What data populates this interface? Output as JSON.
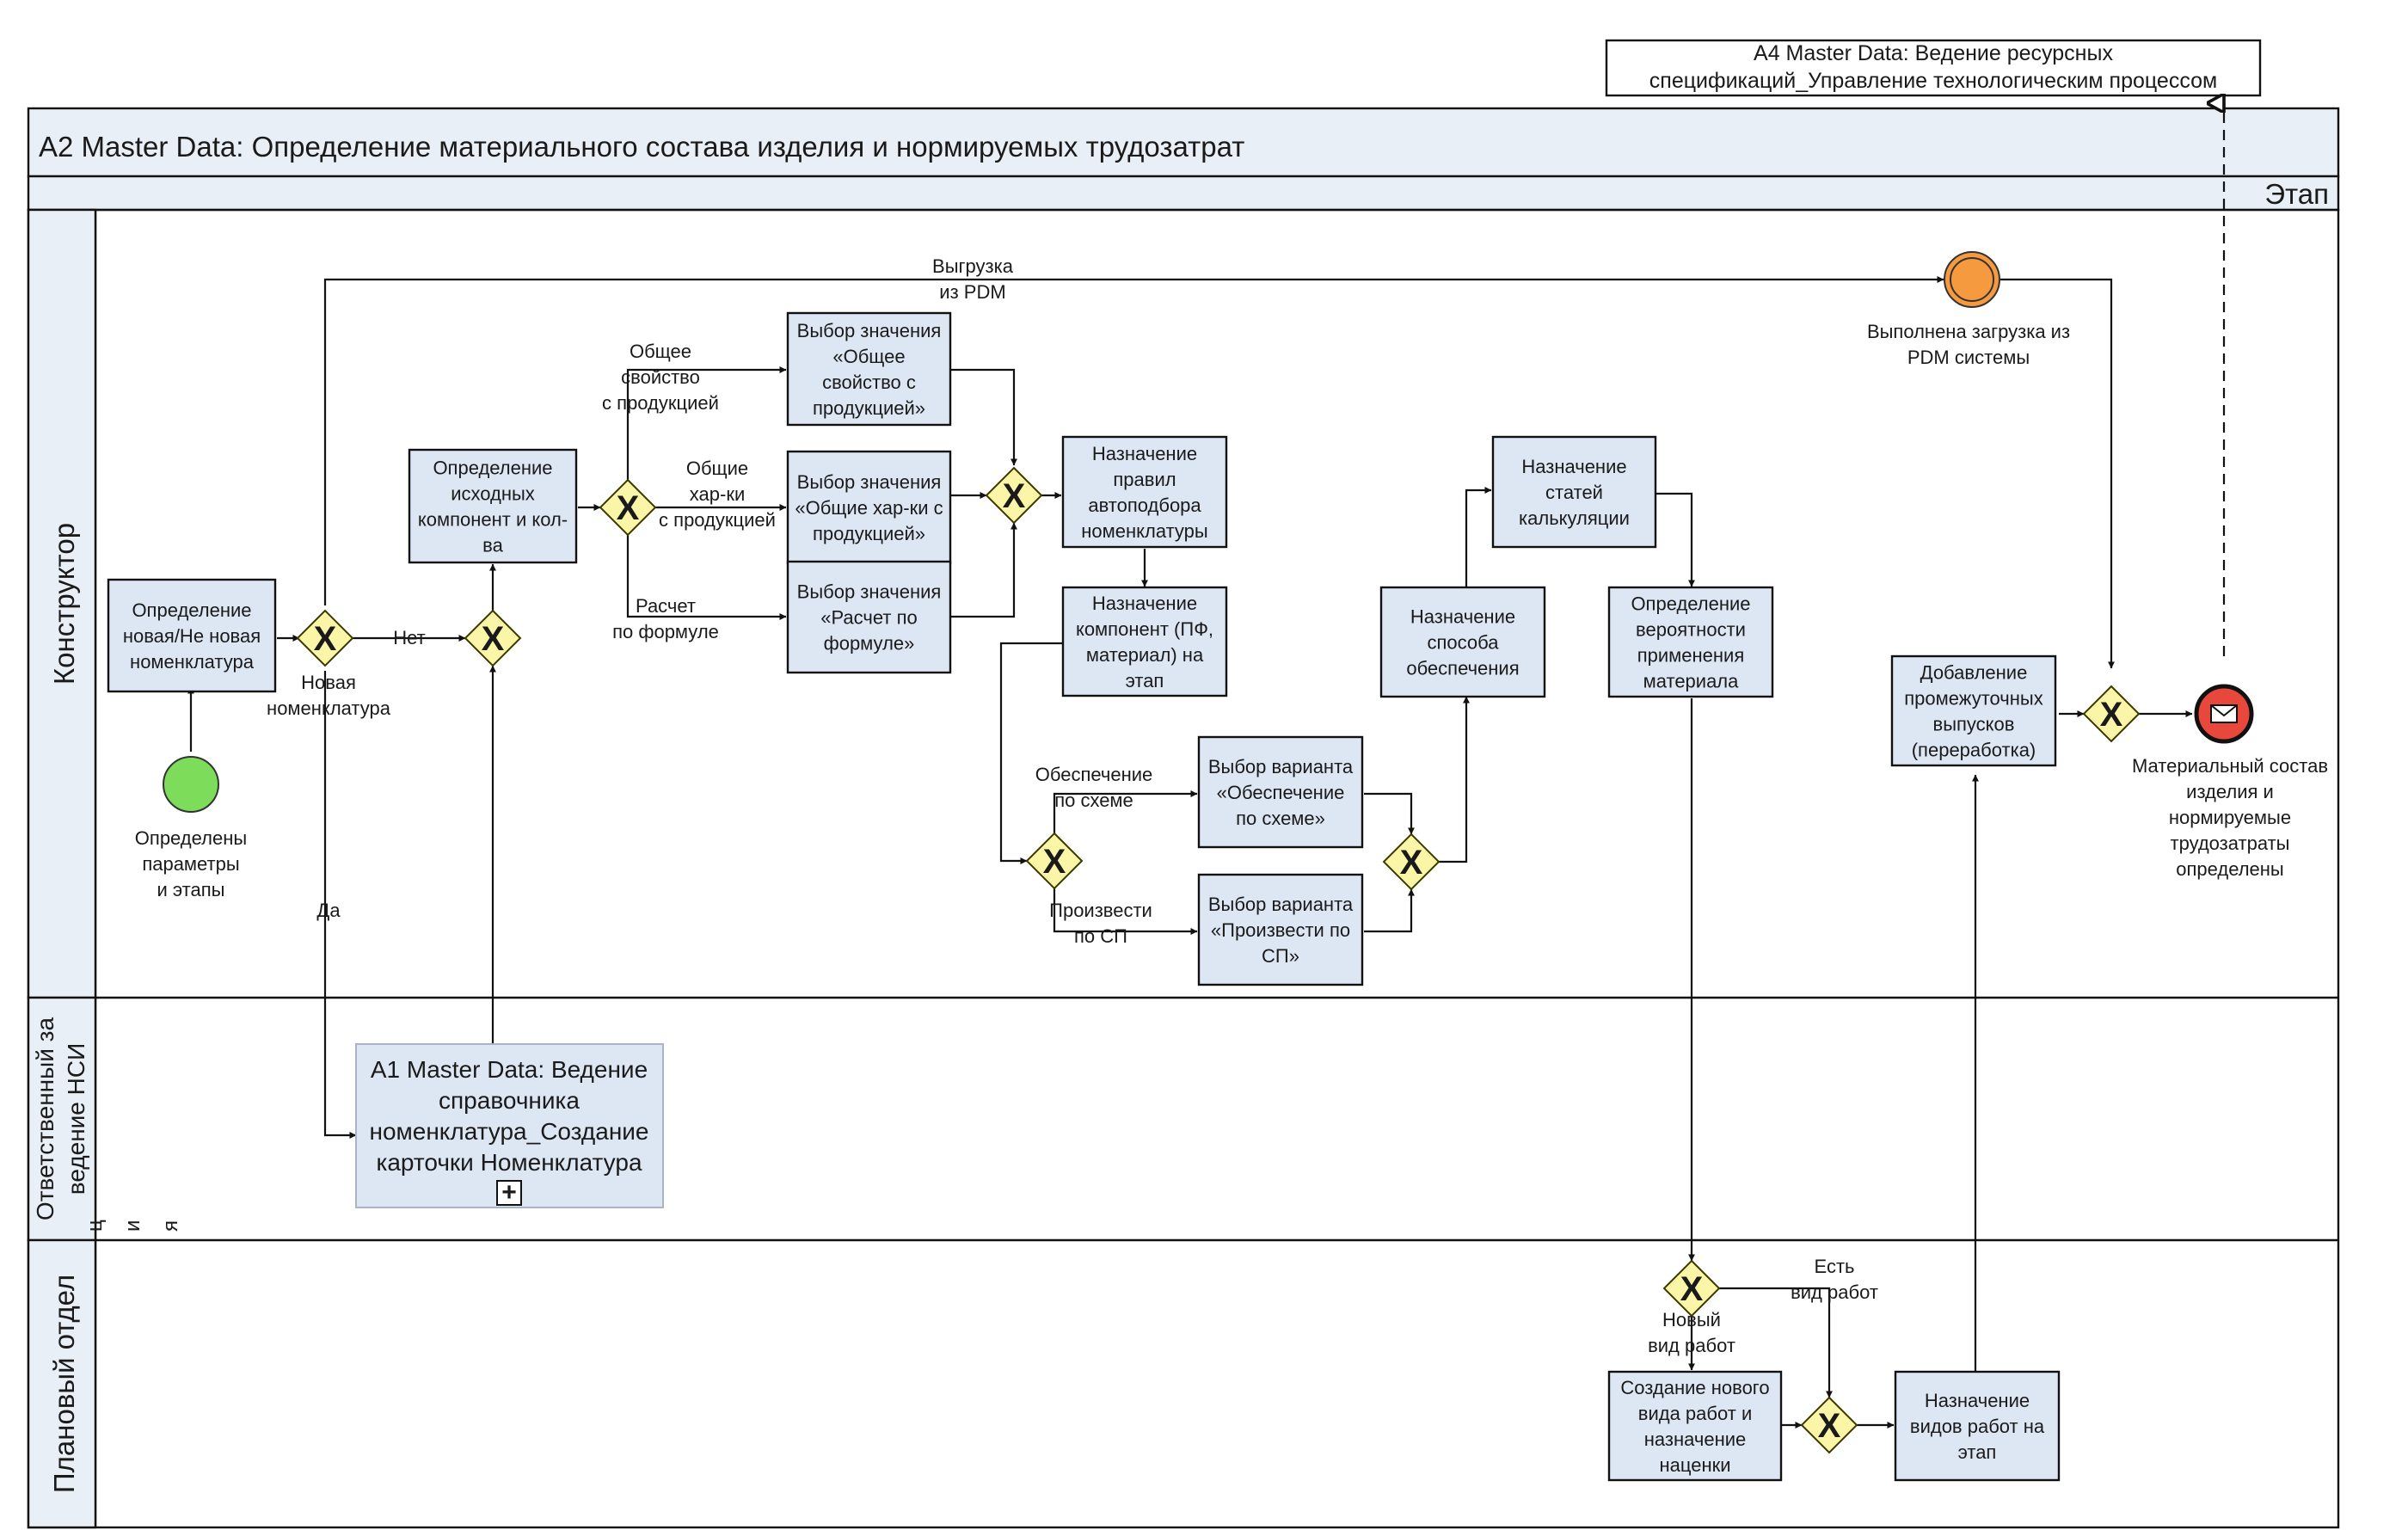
{
  "pool": {
    "title": "A2  Master Data: Определение материального состава изделия и нормируемых трудозатрат",
    "stage_label": "Этап"
  },
  "lanes": {
    "designer": "Конструктор",
    "nsi_line1": "Ответственный за",
    "nsi_line2": "ведение НСИ",
    "planning": "Плановый отдел",
    "stray_glyphs": [
      "ц",
      "и",
      "я"
    ]
  },
  "external_ref": {
    "line1": "A4 Master Data: Ведение ресурсных",
    "line2": "спецификаций_Управление технологическим процессом"
  },
  "subprocess": {
    "lines": [
      "A1 Master Data: Ведение",
      "справочника",
      "номенклатура_Создание",
      "карточки Номенклатура"
    ],
    "marker": "+"
  },
  "events": {
    "start": [
      "Определены",
      "параметры",
      "и этапы"
    ],
    "intermediate": [
      "Выполнена загрузка из",
      "PDM системы"
    ],
    "end": [
      "Материальный состав",
      "изделия и",
      "нормируемые",
      "трудозатраты",
      "определены"
    ]
  },
  "tasks": [
    {
      "id": "t-new-or-not",
      "lines": [
        "Определение",
        "новая/Не новая",
        "номенклатура"
      ]
    },
    {
      "id": "t-source-components",
      "lines": [
        "Определение",
        "исходных",
        "компонент и кол-",
        "ва"
      ]
    },
    {
      "id": "t-general-property",
      "lines": [
        "Выбор значения",
        "«Общее",
        "свойство с",
        "продукцией»"
      ]
    },
    {
      "id": "t-general-chars",
      "lines": [
        "Выбор значения",
        "«Общие хар-ки с",
        "продукцией»"
      ]
    },
    {
      "id": "t-formula",
      "lines": [
        "Выбор значения",
        "«Расчет по",
        "формуле»"
      ]
    },
    {
      "id": "t-autoselect-rules",
      "lines": [
        "Назначение",
        "правил",
        "автоподбора",
        "номенклатуры"
      ]
    },
    {
      "id": "t-assign-components",
      "lines": [
        "Назначение",
        "компонент (ПФ,",
        "материал) на",
        "этап"
      ]
    },
    {
      "id": "t-supply-scheme",
      "lines": [
        "Выбор варианта",
        "«Обеспечение",
        "по схеме»"
      ]
    },
    {
      "id": "t-produce-sp",
      "lines": [
        "Выбор варианта",
        "«Произвести по",
        "СП»"
      ]
    },
    {
      "id": "t-supply-method",
      "lines": [
        "Назначение",
        "способа",
        "обеспечения"
      ]
    },
    {
      "id": "t-cost-items",
      "lines": [
        "Назначение",
        "статей",
        "калькуляции"
      ]
    },
    {
      "id": "t-probability",
      "lines": [
        "Определение",
        "вероятности",
        "применения",
        "материала"
      ]
    },
    {
      "id": "t-intermediate-output",
      "lines": [
        "Добавление",
        "промежуточных",
        "выпусков",
        "(переработка)"
      ]
    },
    {
      "id": "t-new-work-type",
      "lines": [
        "Создание нового",
        "вида работ и",
        "назначение",
        "наценки"
      ]
    },
    {
      "id": "t-assign-work-types",
      "lines": [
        "Назначение",
        "видов работ на",
        "этап"
      ]
    }
  ],
  "flow_labels": {
    "pdm_export": [
      "Выгрузка",
      "из PDM"
    ],
    "no": "Нет",
    "new_item": [
      "Новая",
      "номенклатура"
    ],
    "yes": "Да",
    "general_property": [
      "Общее",
      "свойство",
      "с продукцией"
    ],
    "general_chars": [
      "Общие",
      "хар-ки",
      "с продукцией"
    ],
    "by_formula": [
      "Расчет",
      "по формуле"
    ],
    "supply_scheme": [
      "Обеспечение",
      "по схеме"
    ],
    "produce_sp": [
      "Произвести",
      "по СП"
    ],
    "work_type_exists": [
      "Есть",
      "вид работ"
    ],
    "new_work_type": [
      "Новый",
      "вид работ"
    ]
  },
  "gateway_marker": "X",
  "colors": {
    "task_fill": "#dde7f4",
    "gateway_fill": "#fbf6a7",
    "start_event": "#7ddc5a",
    "intermediate_event": "#f59a3f",
    "end_event": "#e8473b",
    "pool_header": "#e9eff7"
  }
}
